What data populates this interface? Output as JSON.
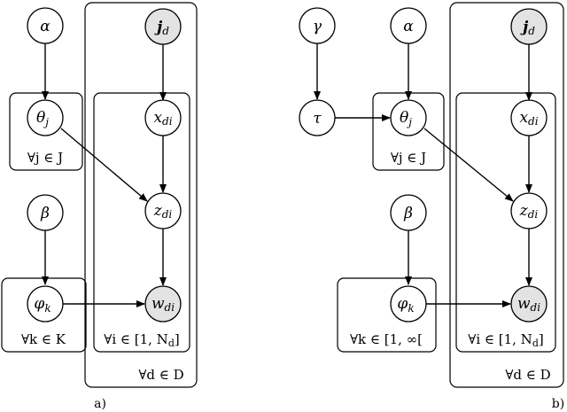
{
  "panels": [
    {
      "caption": "a)",
      "nodes": {
        "alpha": "α",
        "theta": "θ",
        "theta_sub": "j",
        "beta": "β",
        "phi": "φ",
        "phi_sub": "k",
        "j": "j",
        "j_sub": "d",
        "x": "x",
        "x_sub": "di",
        "z": "z",
        "z_sub": "di",
        "w": "w",
        "w_sub": "di"
      },
      "plates": {
        "j": "∀j ∈ J",
        "k": "∀k ∈ K",
        "i": "∀i ∈ [1, N",
        "i_sub": "d",
        "i_end": "]",
        "d": "∀d ∈ D"
      }
    },
    {
      "caption": "b)",
      "nodes": {
        "gamma": "γ",
        "tau": "τ",
        "alpha": "α",
        "theta": "θ",
        "theta_sub": "j",
        "beta": "β",
        "phi": "φ",
        "phi_sub": "k",
        "j": "j",
        "j_sub": "d",
        "x": "x",
        "x_sub": "di",
        "z": "z",
        "z_sub": "di",
        "w": "w",
        "w_sub": "di"
      },
      "plates": {
        "j": "∀j ∈ J",
        "k": "∀k ∈ [1, ∞[",
        "i": "∀i ∈ [1, N",
        "i_sub": "d",
        "i_end": "]",
        "d": "∀d ∈ D"
      }
    }
  ]
}
